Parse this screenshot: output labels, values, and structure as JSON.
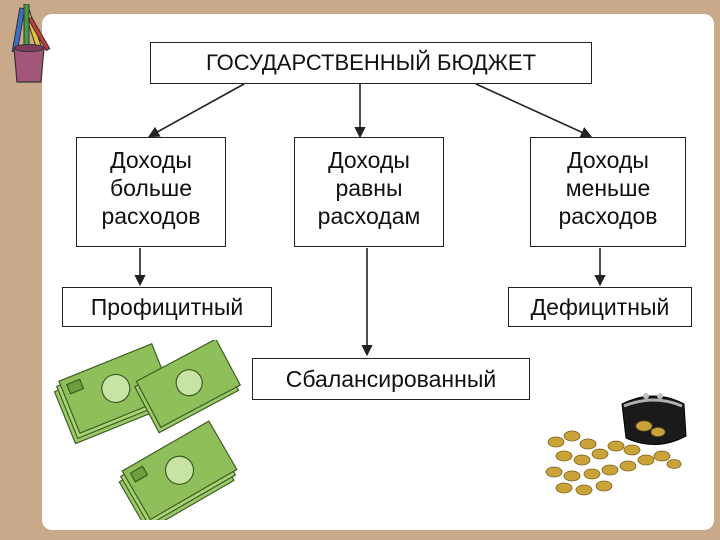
{
  "diagram": {
    "root": "ГОСУДАРСТВЕННЫЙ БЮДЖЕТ",
    "conditions": [
      [
        "Доходы",
        "больше",
        "расходов"
      ],
      [
        "Доходы",
        "равны",
        "расходам"
      ],
      [
        "Доходы",
        "меньше",
        "расходов"
      ]
    ],
    "outcomes": {
      "surplus": "Профицитный",
      "balanced": "Сбалансированный",
      "deficit": "Дефицитный"
    }
  },
  "colors": {
    "background": "#c8a98a",
    "slide": "#ffffff",
    "banknote_green": "#8fbf5a",
    "coin_gold": "#c9a23a",
    "purse_black": "#1a1a1a"
  },
  "icons": [
    "pencil-cup-icon",
    "banknotes-image",
    "coin-purse-image"
  ]
}
